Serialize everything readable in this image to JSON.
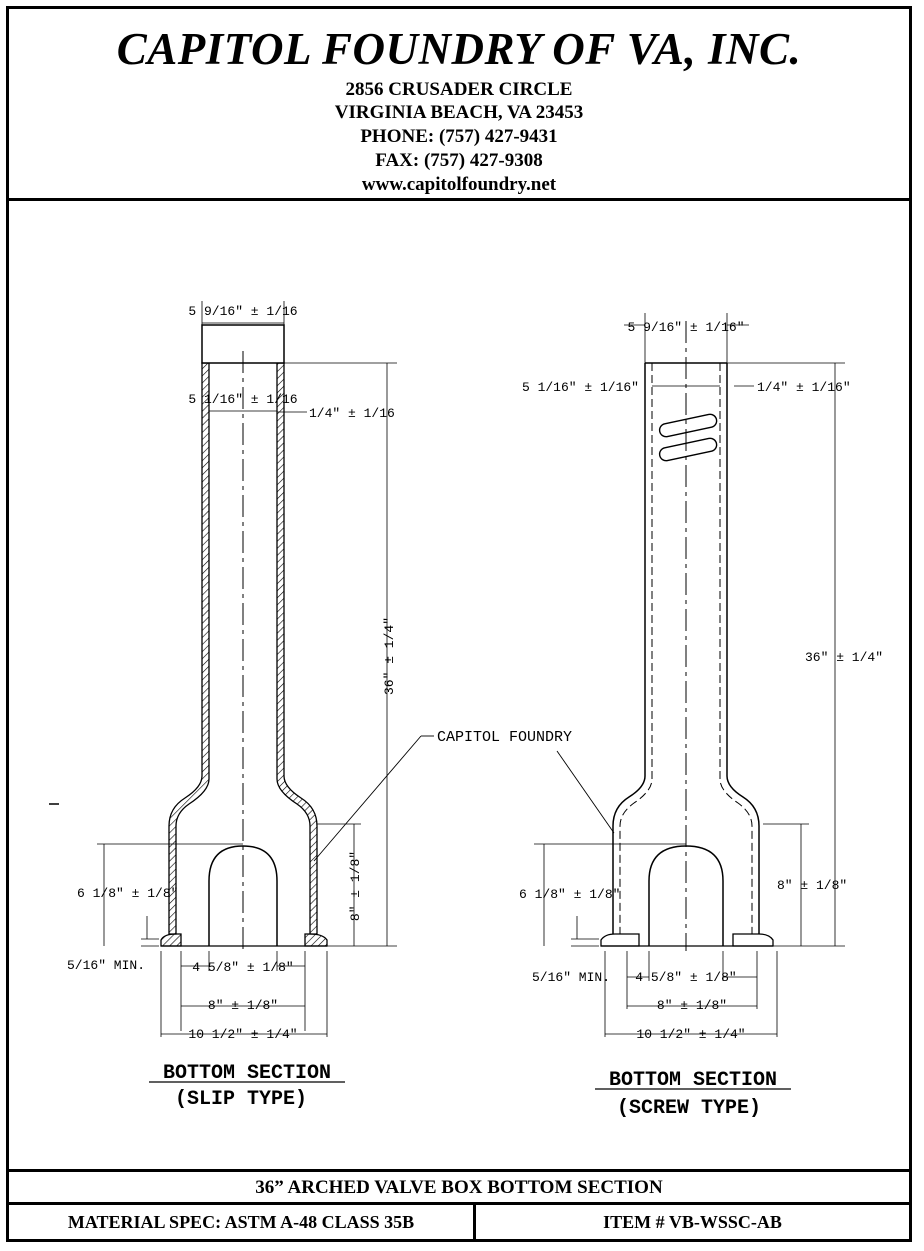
{
  "header": {
    "company": "CAPITOL FOUNDRY OF VA, INC.",
    "address1": "2856 CRUSADER CIRCLE",
    "address2": "VIRGINIA BEACH, VA 23453",
    "phone": "PHONE: (757) 427-9431",
    "fax": "FAX: (757) 427-9308",
    "website": "www.capitolfoundry.net"
  },
  "drawing": {
    "callout": "CAPITOL FOUNDRY",
    "left": {
      "title": "BOTTOM SECTION",
      "subtitle": "(SLIP TYPE)",
      "dims": {
        "top_od": "5 9/16\" ± 1/16",
        "top_id": "5 1/16\" ± 1/16",
        "wall": "1/4\" ± 1/16",
        "height": "36\" ± 1/4\"",
        "arch_height": "6 1/8\" ± 1/8\"",
        "flare_height": "8\" ± 1/8\"",
        "flange_min": "5/16\" MIN.",
        "arch_width": "4 5/8\" ± 1/8\"",
        "base_width": "8\" ± 1/8\"",
        "flange_width": "10 1/2\" ± 1/4\""
      }
    },
    "right": {
      "title": "BOTTOM SECTION",
      "subtitle": "(SCREW TYPE)",
      "dims": {
        "top_od": "5 9/16\" ± 1/16\"",
        "top_id": "5 1/16\" ± 1/16\"",
        "wall": "1/4\" ± 1/16\"",
        "height": "36\" ± 1/4\"",
        "arch_height": "6 1/8\" ± 1/8\"",
        "flare_height": "8\" ± 1/8\"",
        "flange_min": "5/16\" MIN.",
        "arch_width": "4 5/8\" ± 1/8\"",
        "base_width": "8\" ± 1/8\"",
        "flange_width": "10 1/2\" ± 1/4\""
      }
    }
  },
  "footer": {
    "title": "36” ARCHED VALVE BOX BOTTOM SECTION",
    "material": "MATERIAL SPEC:  ASTM A-48 CLASS 35B",
    "item": "ITEM # VB-WSSC-AB"
  }
}
